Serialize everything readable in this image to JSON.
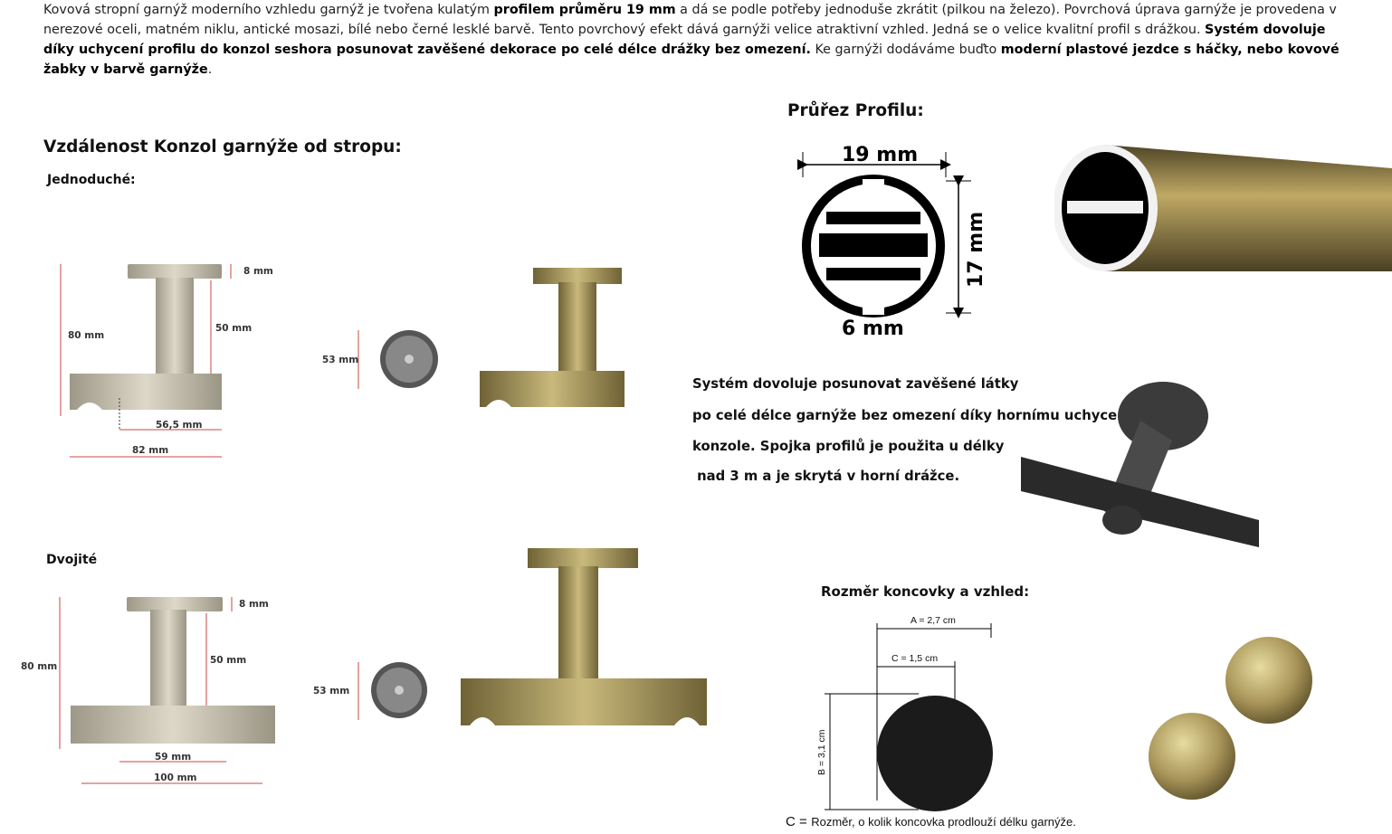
{
  "intro": {
    "t1": "Kovová stropní garnýž moderního vzhledu garnýž je tvořena kulatým ",
    "b1": "profilem průměru 19 mm",
    "t2": " a dá se podle potřeby jednoduše zkrátit (pilkou na železo). Povrchová úprava garnýže je provedena v nerezové oceli, matném niklu, antické mosazi, bílé nebo černé lesklé barvě. Tento povrchový efekt dává garnýži velice atraktivní vzhled. Jedná se o velice kvalitní profil s drážkou. ",
    "b2": "Systém dovoluje díky uchycení profilu do konzol seshora posunovat zavěšené dekorace po celé délce drážky bez omezení.",
    "t3": " Ke garnýži dodáváme buďto ",
    "b3": "moderní plastové jezdce s háčky, nebo kovové žabky v barvě garnýže",
    "t4": "."
  },
  "left": {
    "heading": "Vzdálenost Konzol garnýže od stropu:",
    "single_label": "Jednoduché:",
    "double_label": "Dvojité",
    "single_dims": {
      "top": "8 mm",
      "height": "80 mm",
      "stem": "50 mm",
      "inner": "56,5 mm",
      "width": "82 mm",
      "plate": "53 mm"
    },
    "double_dims": {
      "top": "8 mm",
      "height": "80 mm",
      "stem": "50 mm",
      "inner": "59 mm",
      "width": "100 mm",
      "plate": "53 mm"
    }
  },
  "profile": {
    "heading": "Průřez Profilu:",
    "w": "19 mm",
    "h": "17 mm",
    "gap": "6 mm"
  },
  "system": {
    "lines": [
      "Systém dovoluje posunovat zavěšené látky",
      "po celé délce garnýže bez omezení díky hornímu uchycení",
      "konzole. Spojka profilů je použita u délky",
      " nad 3 m a je skrytá v horní drážce."
    ]
  },
  "finial": {
    "heading": "Rozměr koncovky a vzhled:",
    "a": "A = 2,7 cm",
    "c": "C = 1,5 cm",
    "b": "B = 3,1 cm",
    "note_letter": "C =",
    "note_text": "Rozměr, o kolik koncovka prodlouží délku garnýže."
  },
  "colors": {
    "nickel": "#c9c3b2",
    "brass": "#a8955a",
    "black": "#1b1b1b"
  }
}
